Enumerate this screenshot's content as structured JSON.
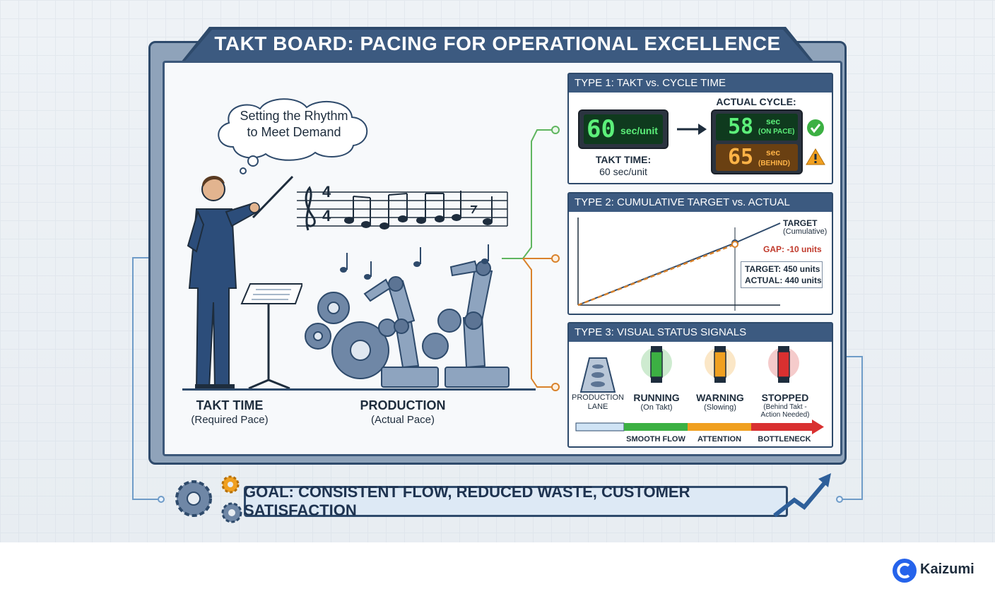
{
  "title": "TAKT BOARD: PACING FOR OPERATIONAL EXCELLENCE",
  "left": {
    "bubble_line1": "Setting the Rhythm",
    "bubble_line2": "to Meet Demand",
    "time_signature_top": "4",
    "time_signature_bottom": "4",
    "takt_label": "TAKT TIME",
    "takt_sub": "(Required Pace)",
    "production_label": "PRODUCTION",
    "production_sub": "(Actual Pace)"
  },
  "panel1": {
    "header": "TYPE 1: TAKT vs. CYCLE TIME",
    "takt_display_value": "60",
    "takt_display_unit": "sec/unit",
    "takt_caption_line1": "TAKT TIME:",
    "takt_caption_line2": "60 sec/unit",
    "actual_label": "ACTUAL CYCLE:",
    "on_pace_value": "58",
    "on_pace_unit": "sec",
    "on_pace_status": "(ON PACE)",
    "behind_value": "65",
    "behind_unit": "sec",
    "behind_status": "(BEHIND)"
  },
  "panel2": {
    "header": "TYPE 2: CUMULATIVE TARGET vs. ACTUAL",
    "target_label": "TARGET",
    "target_sub": "(Cumulative)",
    "gap_label": "GAP: -10 units",
    "target_value": "TARGET: 450 units",
    "actual_value": "ACTUAL: 440 units"
  },
  "chart_data": {
    "type": "line",
    "series": [
      {
        "name": "TARGET",
        "color": "#2e4a6b",
        "style": "solid",
        "values": [
          0,
          450
        ]
      },
      {
        "name": "ACTUAL",
        "color": "#d9822b",
        "style": "dashed",
        "values": [
          0,
          440
        ]
      }
    ],
    "grid": false
  },
  "panel3": {
    "header": "TYPE 3: VISUAL STATUS SIGNALS",
    "lane_label_1": "PRODUCTION",
    "lane_label_2": "LANE",
    "running": "RUNNING",
    "running_sub": "(On Takt)",
    "warning": "WARNING",
    "warning_sub": "(Slowing)",
    "stopped": "STOPPED",
    "stopped_sub_1": "(Behind Takt -",
    "stopped_sub_2": "Action Needed)",
    "smooth_flow": "SMOOTH FLOW",
    "attention": "ATTENTION",
    "bottleneck": "BOTTLENECK"
  },
  "goal": "GOAL: CONSISTENT FLOW, REDUCED WASTE, CUSTOMER SATISFACTION",
  "brand": "Kaizumi",
  "colors": {
    "navy": "#2e4a6b",
    "green": "#3cb043",
    "amber": "#f0a020",
    "red": "#d93030",
    "orange": "#d9822b"
  }
}
